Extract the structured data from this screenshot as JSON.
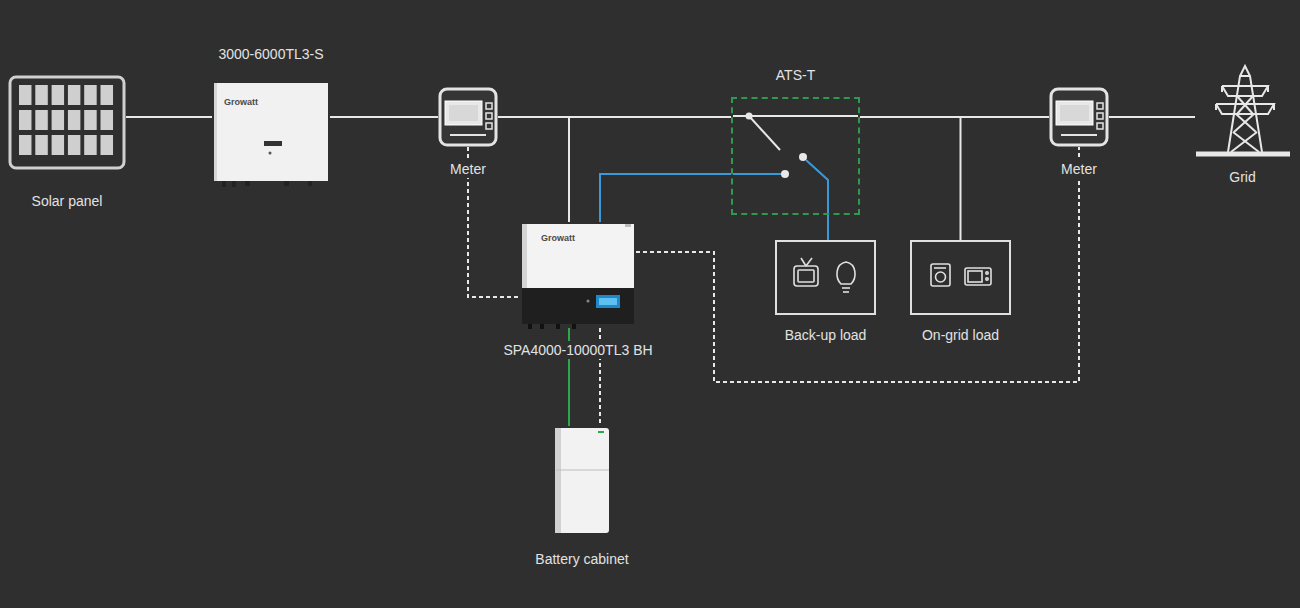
{
  "diagram": {
    "nodes": [
      {
        "text": [
          "Solar panel"
        ]
      },
      {
        "text": [
          "3000-6000TL3-S"
        ]
      },
      {
        "text": [
          "Meter"
        ]
      },
      {
        "text": [
          "SPA4000-10000TL3 BH"
        ]
      },
      {
        "text": [
          "Battery cabinet"
        ]
      },
      {
        "text": [
          "ATS-T"
        ]
      },
      {
        "text": [
          "Back-up load"
        ]
      },
      {
        "text": [
          "On-grid load"
        ]
      },
      {
        "text": [
          "Meter"
        ]
      },
      {
        "text": [
          "Grid"
        ]
      }
    ],
    "edges": [
      {
        "from": 0,
        "to": 1,
        "arrow": "none"
      },
      {
        "from": 1,
        "to": 2,
        "arrow": "none"
      },
      {
        "from": 2,
        "to": 5,
        "arrow": "none"
      },
      {
        "from": 3,
        "to": 5,
        "arrow": "none"
      },
      {
        "from": 3,
        "to": 5,
        "arrow": "none"
      },
      {
        "from": 5,
        "to": 6,
        "arrow": "none"
      },
      {
        "from": 5,
        "to": 8,
        "arrow": "none"
      },
      {
        "from": 7,
        "to": 8,
        "arrow": "none"
      },
      {
        "from": 8,
        "to": 9,
        "arrow": "none"
      },
      {
        "from": 2,
        "to": 3,
        "arrow": "none"
      },
      {
        "from": 3,
        "to": 8,
        "arrow": "none"
      },
      {
        "from": 3,
        "to": 4,
        "arrow": "none"
      },
      {
        "from": 3,
        "to": 4,
        "arrow": "none"
      }
    ],
    "labels": [
      "Growatt",
      "Growatt"
    ]
  }
}
